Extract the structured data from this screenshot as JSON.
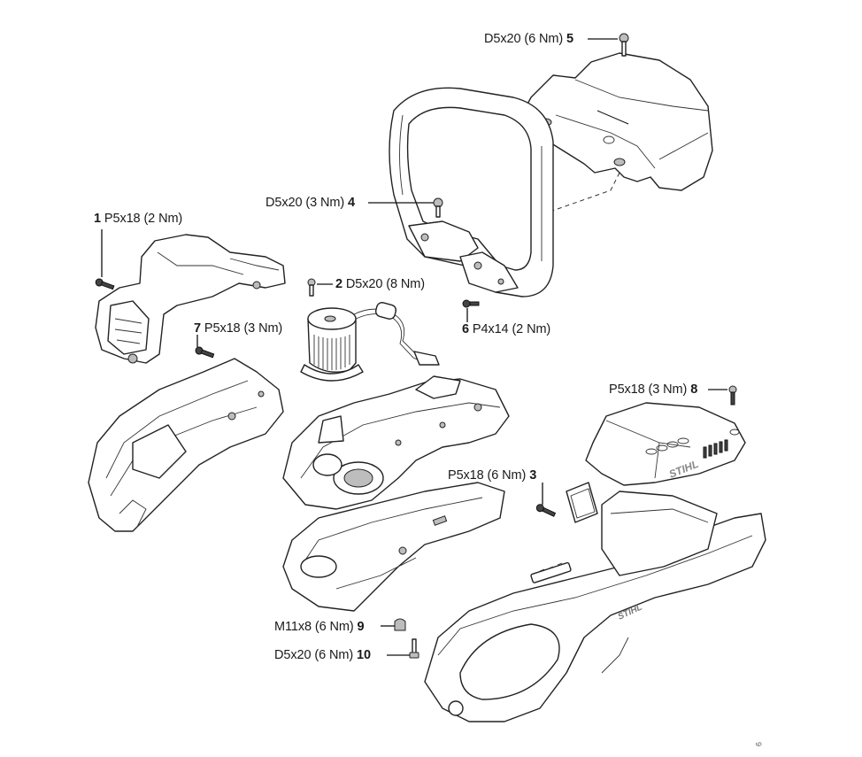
{
  "diagram": {
    "type": "exploded-parts-view",
    "brand_mark": "STIHL",
    "callouts": [
      {
        "num": "1",
        "spec": "P5x18 (2 Nm)"
      },
      {
        "num": "2",
        "spec": "D5x20 (8 Nm)"
      },
      {
        "num": "3",
        "spec": "P5x18 (6 Nm)"
      },
      {
        "num": "4",
        "spec": "D5x20 (3 Nm)"
      },
      {
        "num": "5",
        "spec": "D5x20 (6 Nm)"
      },
      {
        "num": "6",
        "spec": "P4x14 (2 Nm)"
      },
      {
        "num": "7",
        "spec": "P5x18 (3 Nm)"
      },
      {
        "num": "8",
        "spec": "P5x18 (3 Nm)"
      },
      {
        "num": "9",
        "spec": "M11x8 (6 Nm)"
      },
      {
        "num": "10",
        "spec": "D5x20 (6 Nm)"
      }
    ],
    "figure_id": "9"
  }
}
